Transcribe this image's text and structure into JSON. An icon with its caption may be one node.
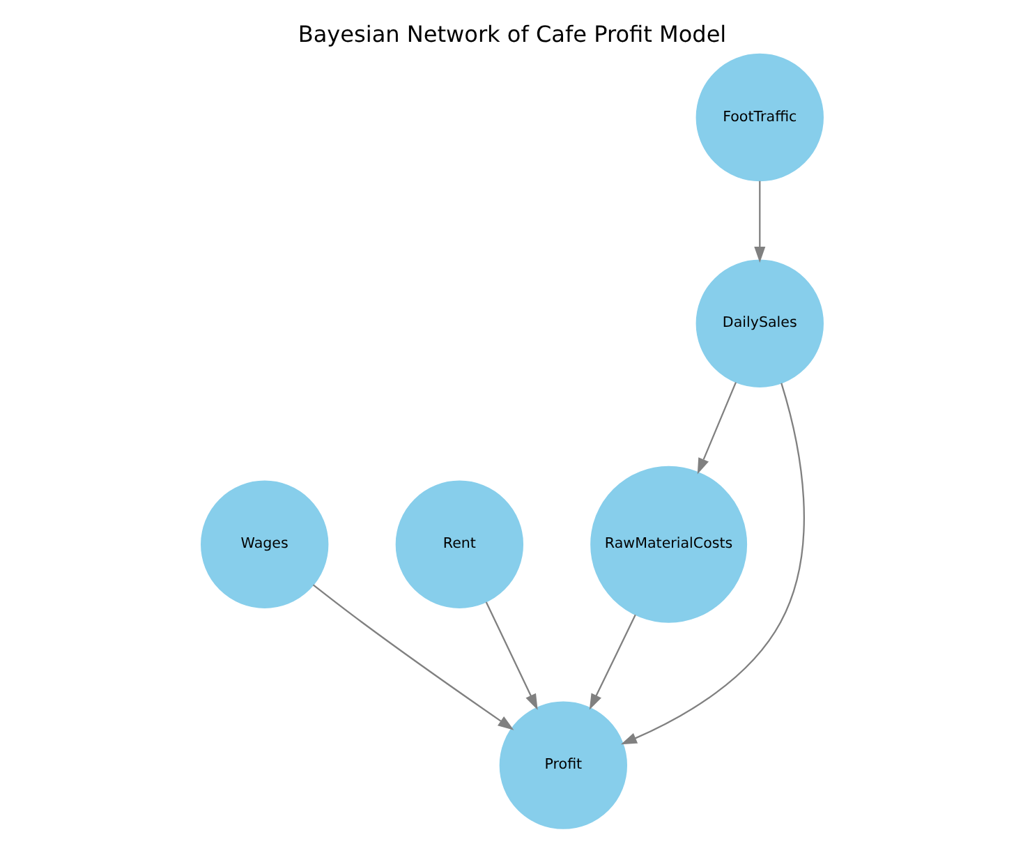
{
  "diagram": {
    "title": "Bayesian Network of Cafe Profit Model",
    "nodes": [
      {
        "text": [
          "Wages"
        ]
      },
      {
        "text": [
          "Rent"
        ]
      },
      {
        "text": [
          "RawMaterialCosts"
        ]
      },
      {
        "text": [
          "FootTraffic"
        ]
      },
      {
        "text": [
          "Profit"
        ]
      },
      {
        "text": [
          "DailySales"
        ]
      }
    ],
    "edges": [
      {
        "from": 0,
        "to": 4,
        "arrow": "to"
      },
      {
        "from": 2,
        "to": 4,
        "arrow": "to"
      },
      {
        "from": 1,
        "to": 4,
        "arrow": "to"
      },
      {
        "from": 5,
        "to": 4,
        "arrow": "to"
      },
      {
        "from": 5,
        "to": 2,
        "arrow": "to"
      },
      {
        "from": 3,
        "to": 5,
        "arrow": "to"
      }
    ]
  }
}
